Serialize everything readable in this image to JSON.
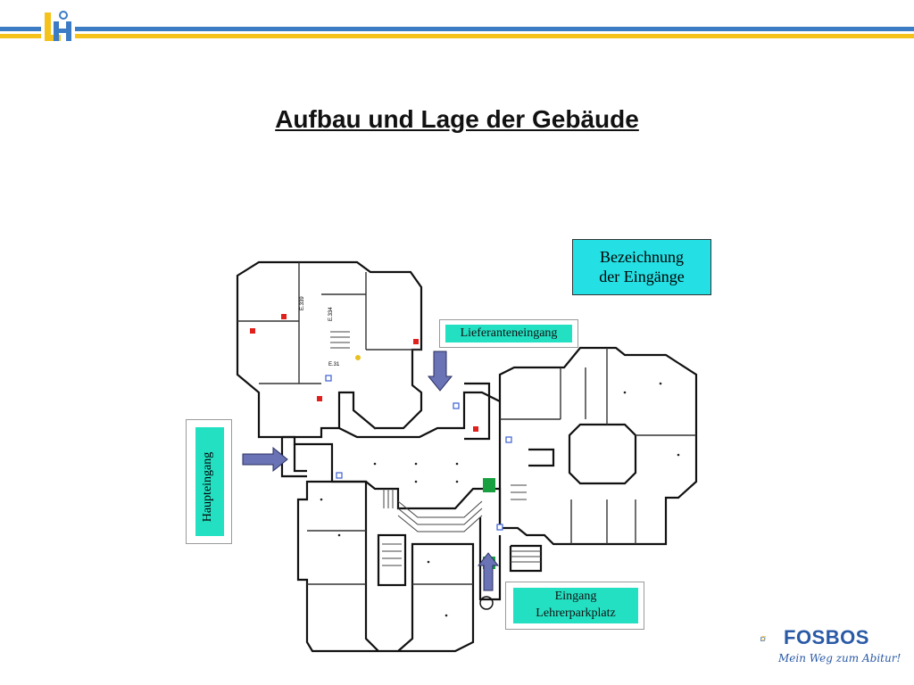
{
  "header": {
    "logo_text": "LH",
    "stripe_blue": "#3c7cc4",
    "stripe_yellow": "#f4c21a"
  },
  "title": "Aufbau und Lage der Gebäude",
  "legend_box": {
    "line1": "Bezeichnung",
    "line2": "der Eingänge"
  },
  "entrances": {
    "supplier": "Lieferanteneingang",
    "main": "Haupteingang",
    "teacher_line1": "Eingang",
    "teacher_line2": "Lehrerparkplatz"
  },
  "room_labels": {
    "r1": "E.339",
    "r2": "E.334",
    "r3": "E.31"
  },
  "footer_logo": {
    "name": "FOSBOS",
    "slogan": "Mein Weg zum Abitur!"
  },
  "colors": {
    "arrow": "#6a73b5",
    "label_teal": "#24e0c3",
    "label_cyan": "#24e0e4",
    "room_mark": "#e0201c",
    "door_mark": "#3a5fd0",
    "stair_green": "#18a040"
  }
}
